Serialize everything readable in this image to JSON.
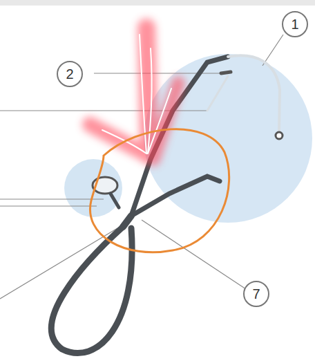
{
  "diagram": {
    "labels": [
      "1",
      "2",
      "7"
    ]
  }
}
